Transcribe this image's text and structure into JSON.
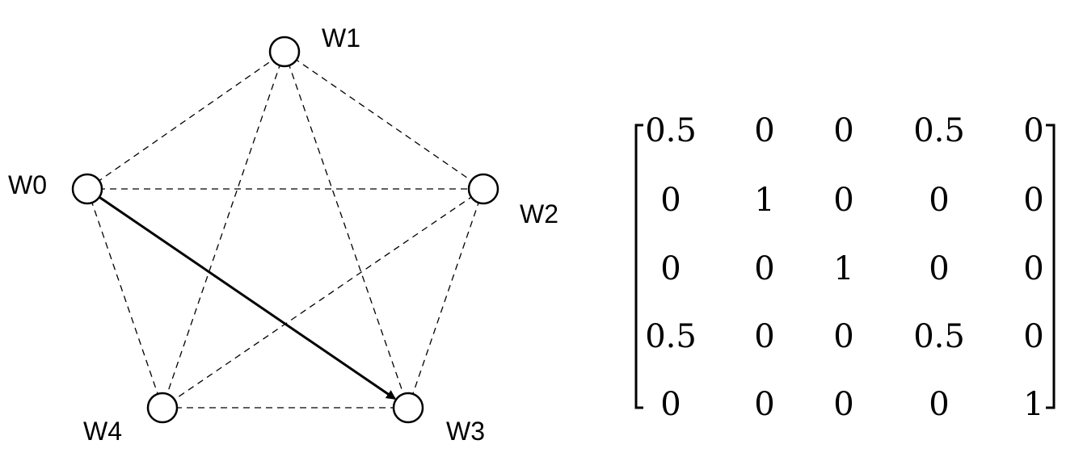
{
  "graph": {
    "nodes": [
      {
        "id": "W0",
        "label": "W0"
      },
      {
        "id": "W1",
        "label": "W1"
      },
      {
        "id": "W2",
        "label": "W2"
      },
      {
        "id": "W3",
        "label": "W3"
      },
      {
        "id": "W4",
        "label": "W4"
      }
    ],
    "dashed_edges": [
      [
        "W0",
        "W1"
      ],
      [
        "W0",
        "W2"
      ],
      [
        "W0",
        "W4"
      ],
      [
        "W1",
        "W2"
      ],
      [
        "W1",
        "W3"
      ],
      [
        "W1",
        "W4"
      ],
      [
        "W2",
        "W3"
      ],
      [
        "W2",
        "W4"
      ],
      [
        "W3",
        "W4"
      ]
    ],
    "directed_edges": [
      {
        "from": "W0",
        "to": "W3"
      }
    ]
  },
  "matrix": {
    "rows": [
      [
        "0.5",
        "0",
        "0",
        "0.5",
        "0"
      ],
      [
        "0",
        "1",
        "0",
        "0",
        "0"
      ],
      [
        "0",
        "0",
        "1",
        "0",
        "0"
      ],
      [
        "0.5",
        "0",
        "0",
        "0.5",
        "0"
      ],
      [
        "0",
        "0",
        "0",
        "0",
        "1"
      ]
    ]
  }
}
